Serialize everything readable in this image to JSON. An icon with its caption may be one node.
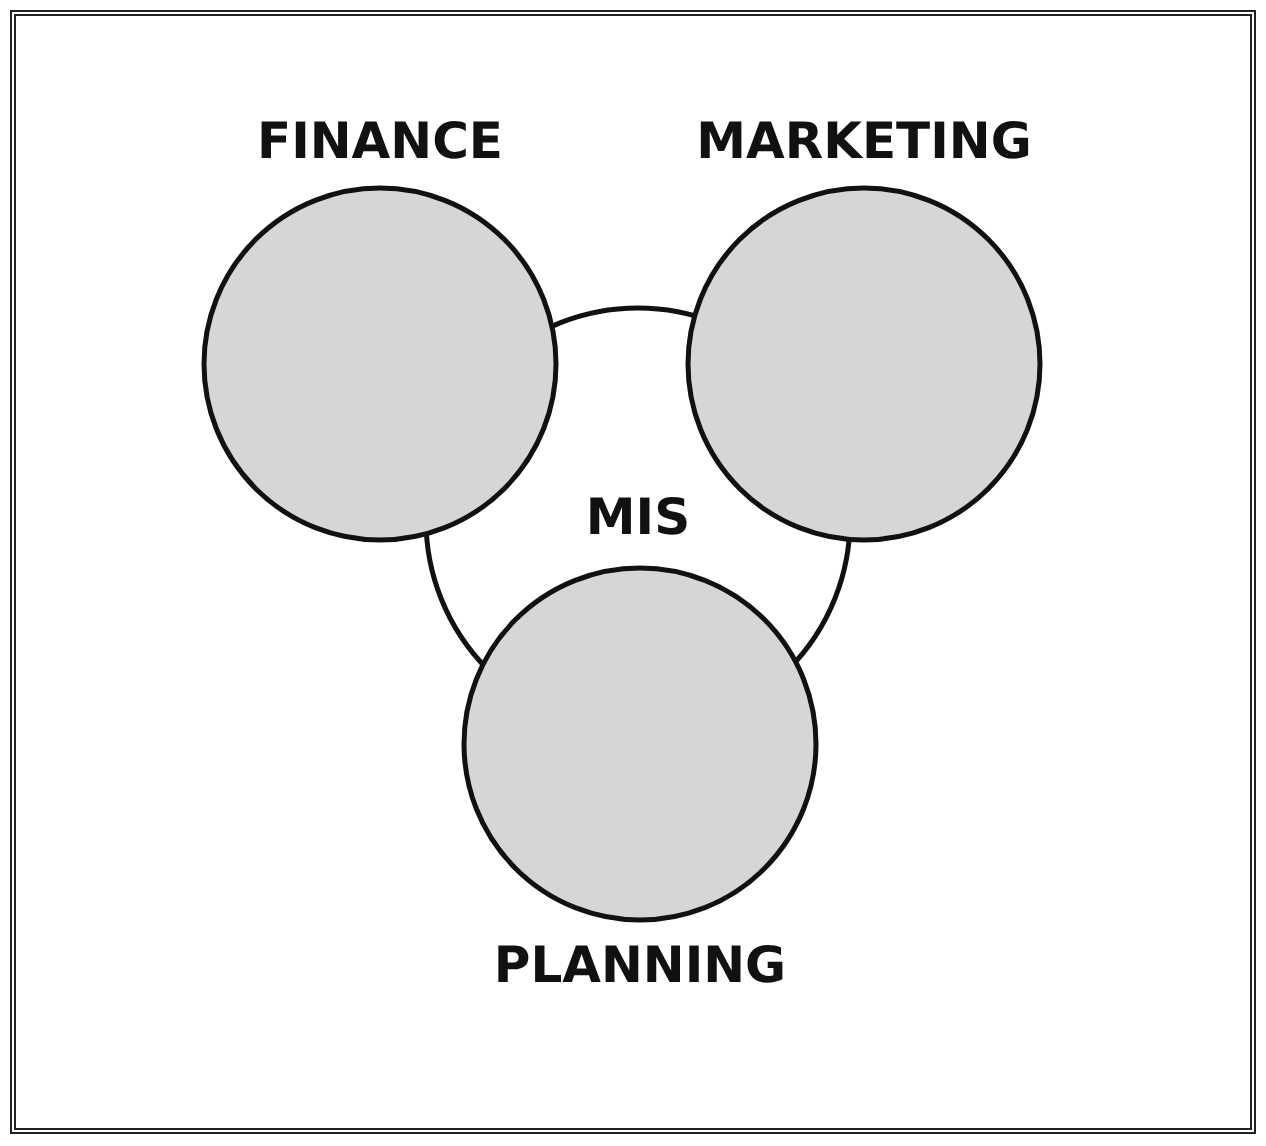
{
  "diagram": {
    "nodes": [
      {
        "text": [
          "FINANCE"
        ]
      },
      {
        "text": [
          "MARKETING"
        ]
      },
      {
        "text": [
          "MIS"
        ]
      },
      {
        "text": [
          "PLANNING"
        ]
      }
    ]
  }
}
